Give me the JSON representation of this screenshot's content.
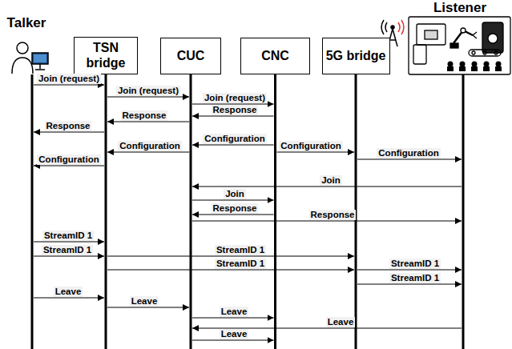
{
  "diagram": {
    "nodes": [
      {
        "text": [
          "Talker"
        ]
      },
      {
        "text": [
          "TSN bridge"
        ]
      },
      {
        "text": [
          "CUC"
        ]
      },
      {
        "text": [
          "CNC"
        ]
      },
      {
        "text": [
          "5G bridge"
        ]
      },
      {
        "text": [
          "Listener"
        ]
      }
    ],
    "edges": [
      {
        "from": 0,
        "to": 1,
        "arrow": "to",
        "label": "Join (request)"
      },
      {
        "from": 1,
        "to": 2,
        "arrow": "to",
        "label": "Join (request)"
      },
      {
        "from": 2,
        "to": 3,
        "arrow": "to",
        "label": "Join (request)"
      },
      {
        "from": 3,
        "to": 2,
        "arrow": "to",
        "label": "Response"
      },
      {
        "from": 2,
        "to": 1,
        "arrow": "to",
        "label": "Response"
      },
      {
        "from": 1,
        "to": 0,
        "arrow": "to",
        "label": "Response"
      },
      {
        "from": 3,
        "to": 2,
        "arrow": "to",
        "label": "Configuration"
      },
      {
        "from": 2,
        "to": 1,
        "arrow": "to",
        "label": "Configuration"
      },
      {
        "from": 3,
        "to": 4,
        "arrow": "to",
        "label": "Configuration"
      },
      {
        "from": 4,
        "to": 5,
        "arrow": "to",
        "label": "Configuration"
      },
      {
        "from": 1,
        "to": 0,
        "arrow": "to",
        "label": "Configuration"
      },
      {
        "from": 5,
        "to": 2,
        "arrow": "to",
        "label": "Join"
      },
      {
        "from": 2,
        "to": 3,
        "arrow": "to",
        "label": "Join"
      },
      {
        "from": 3,
        "to": 2,
        "arrow": "to",
        "label": "Response"
      },
      {
        "from": 2,
        "to": 5,
        "arrow": "to",
        "label": "Response"
      },
      {
        "from": 0,
        "to": 1,
        "arrow": "to",
        "label": "StreamID 1"
      },
      {
        "from": 0,
        "to": 1,
        "arrow": "to",
        "label": "StreamID 1"
      },
      {
        "from": 1,
        "to": 4,
        "arrow": "to",
        "label": "StreamID 1"
      },
      {
        "from": 1,
        "to": 4,
        "arrow": "to",
        "label": "StreamID 1"
      },
      {
        "from": 4,
        "to": 5,
        "arrow": "to",
        "label": "StreamID 1"
      },
      {
        "from": 4,
        "to": 5,
        "arrow": "to",
        "label": "StreamID 1"
      },
      {
        "from": 0,
        "to": 1,
        "arrow": "to",
        "label": "Leave"
      },
      {
        "from": 1,
        "to": 2,
        "arrow": "to",
        "label": "Leave"
      },
      {
        "from": 2,
        "to": 3,
        "arrow": "to",
        "label": "Leave"
      },
      {
        "from": 5,
        "to": 2,
        "arrow": "to",
        "label": "Leave"
      },
      {
        "from": 2,
        "to": 3,
        "arrow": "to",
        "label": "Leave"
      }
    ]
  }
}
